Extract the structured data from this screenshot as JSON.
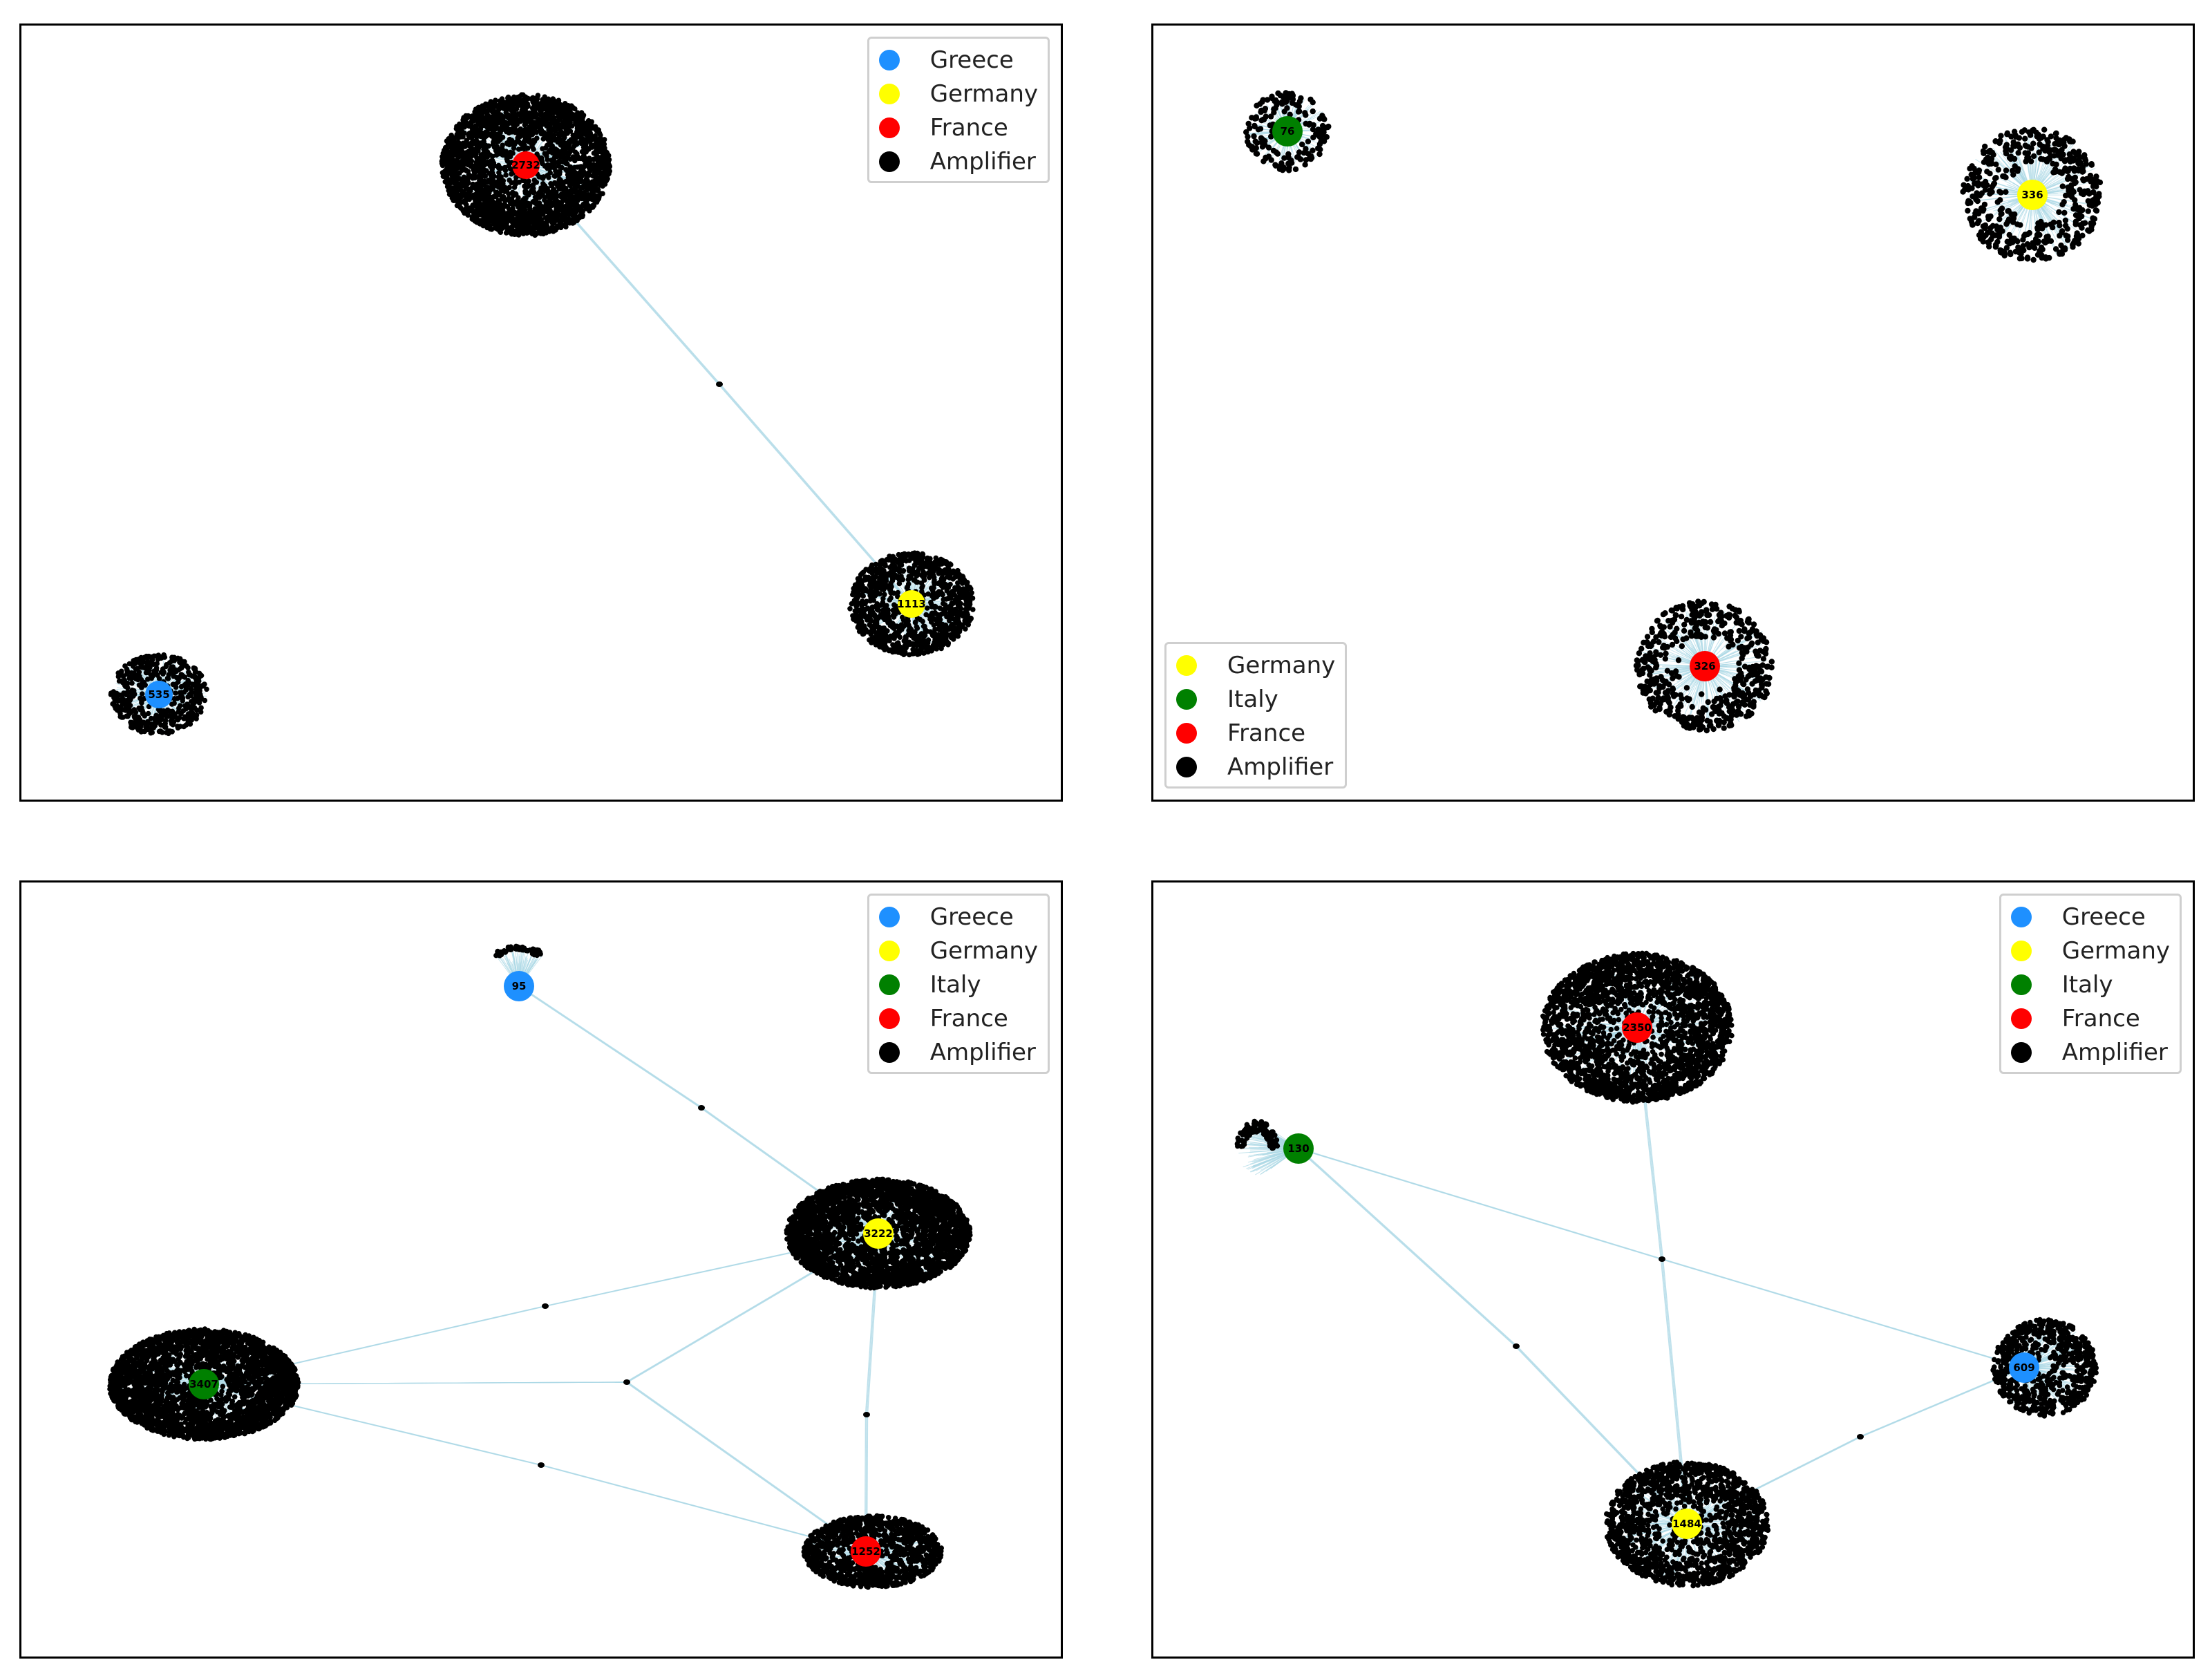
{
  "colors": {
    "Greece": "#1e90ff",
    "Germany": "#ffff00",
    "Italy": "#008000",
    "France": "#ff0000",
    "Amplifier": "#000000",
    "edge": "#add8e6"
  },
  "panels": [
    {
      "legend": [
        "Greece",
        "Germany",
        "France",
        "Amplifier"
      ],
      "legend_position": "top-right",
      "nodes": [
        {
          "country": "France",
          "label": "2732"
        },
        {
          "country": "Germany",
          "label": "1113"
        },
        {
          "country": "Greece",
          "label": "535"
        }
      ]
    },
    {
      "legend": [
        "Germany",
        "Italy",
        "France",
        "Amplifier"
      ],
      "legend_position": "bottom-left",
      "nodes": [
        {
          "country": "Italy",
          "label": "76"
        },
        {
          "country": "Germany",
          "label": "336"
        },
        {
          "country": "France",
          "label": "326"
        }
      ]
    },
    {
      "legend": [
        "Greece",
        "Germany",
        "Italy",
        "France",
        "Amplifier"
      ],
      "legend_position": "top-right",
      "nodes": [
        {
          "country": "Greece",
          "label": "95"
        },
        {
          "country": "Germany",
          "label": "3222"
        },
        {
          "country": "Italy",
          "label": "3407"
        },
        {
          "country": "France",
          "label": "1252"
        }
      ]
    },
    {
      "legend": [
        "Greece",
        "Germany",
        "Italy",
        "France",
        "Amplifier"
      ],
      "legend_position": "top-right",
      "nodes": [
        {
          "country": "France",
          "label": "2350"
        },
        {
          "country": "Italy",
          "label": "130"
        },
        {
          "country": "Greece",
          "label": "609"
        },
        {
          "country": "Germany",
          "label": "1484"
        }
      ]
    }
  ]
}
